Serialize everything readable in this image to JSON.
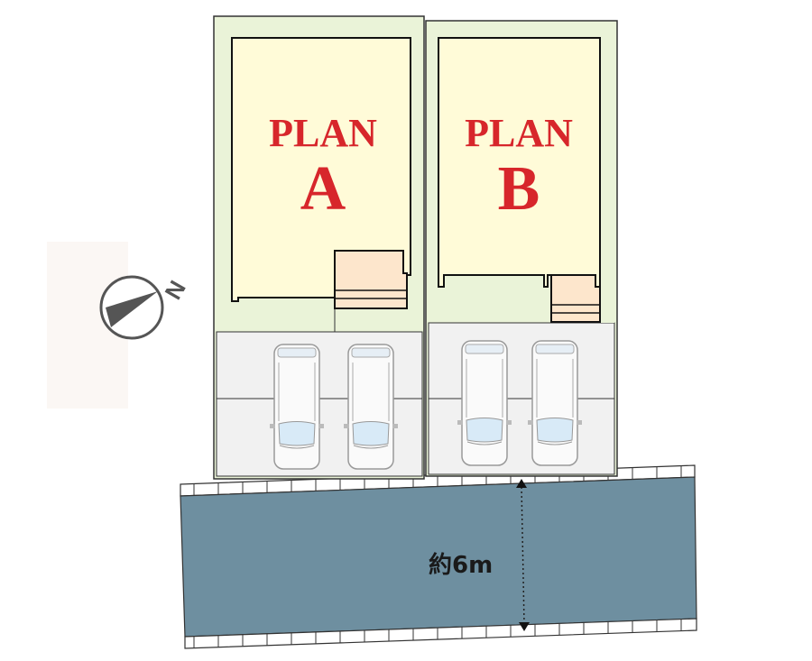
{
  "plans": [
    {
      "label": "PLAN",
      "letter": "A"
    },
    {
      "label": "PLAN",
      "letter": "B"
    }
  ],
  "compass": {
    "label": "N",
    "icon": "north-arrow-icon"
  },
  "road": {
    "width_label": "約6m"
  },
  "colors": {
    "plan_text": "#d7262b",
    "lot_green": "#eaf3d8",
    "house": "#fffbd8",
    "entrance": "#fde6cc",
    "parking": "#f1f1f1",
    "road": "#6e8fa0"
  }
}
